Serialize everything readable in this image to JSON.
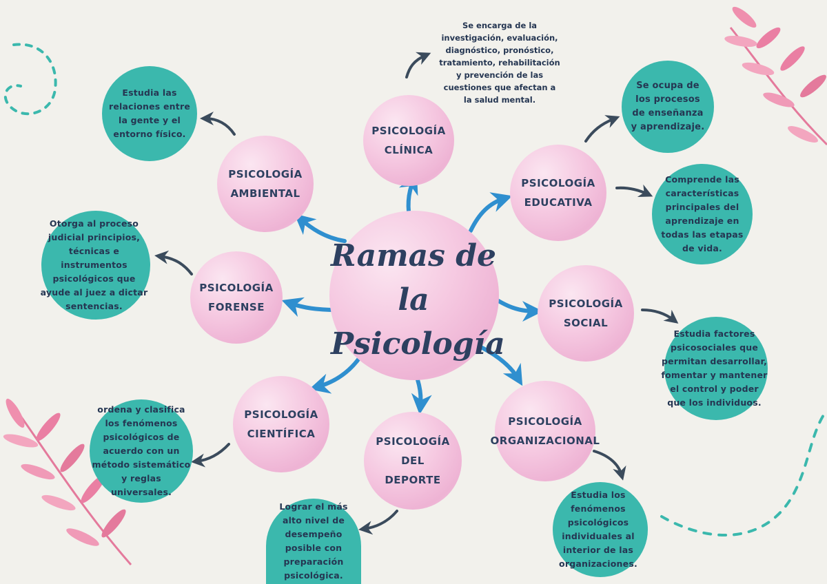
{
  "title": "Ramas de la Psicología",
  "branches": [
    {
      "id": "clinica",
      "name": "PSICOLOGÍA CLÍNICA",
      "desc": "Se encarga de la investigación, evaluación, diagnóstico, pronóstico, tratamiento, rehabilitación y prevención de las cuestiones que afectan a la salud mental."
    },
    {
      "id": "ambiental",
      "name": "PSICOLOGÍA AMBIENTAL",
      "desc": "Estudia las relaciones entre la gente y el entorno físico."
    },
    {
      "id": "educativa",
      "name": "PSICOLOGÍA EDUCATIVA",
      "desc": "Se ocupa de los procesos de enseñanza y aprendizaje.",
      "desc2": "Comprende las características principales del aprendizaje en todas las etapas de vida."
    },
    {
      "id": "forense",
      "name": "PSICOLOGÍA FORENSE",
      "desc": "Otorga al proceso judicial principios, técnicas e instrumentos psicológicos que ayude al juez a dictar sentencias."
    },
    {
      "id": "social",
      "name": "PSICOLOGÍA SOCIAL",
      "desc": "Estudia factores psicosociales que permitan desarrollar, fomentar y mantener el control y poder que los individuos."
    },
    {
      "id": "cientifica",
      "name": "PSICOLOGÍA CIENTÍFICA",
      "desc": "ordena y clasifica los fenómenos psicológicos de acuerdo con un método sistemático y reglas universales."
    },
    {
      "id": "deporte",
      "name": "PSICOLOGÍA DEL DEPORTE",
      "desc": "Lograr el más alto nivel de desempeño posible con preparación psicológica."
    },
    {
      "id": "organizacional",
      "name": "PSICOLOGÍA ORGANIZACIONAL",
      "desc": "Estudia los fenómenos psicológicos individuales al interior de las organizaciones."
    }
  ],
  "colors": {
    "background": "#f2f1ec",
    "pink": "#f5c7e0",
    "teal": "#3bb8ad",
    "text": "#2d4060",
    "arrow_blue": "#2f8fcf",
    "arrow_dark": "#3b4b5c"
  }
}
